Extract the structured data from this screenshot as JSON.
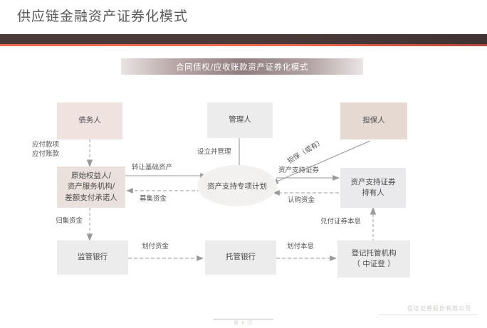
{
  "page": {
    "title": "供应链金融资产证券化模式",
    "banner_title": "合同债权/应收账款资产证券化模式",
    "accent_color": "#ef6a4c",
    "header_bar_color": "#4a3a38",
    "footer_brand": "信达证券股份有限公司",
    "footer_page": "第 6 页"
  },
  "nodes": {
    "debtor": {
      "label": "债务人"
    },
    "originator": {
      "label": "原始权益人/\n资产服务机构/\n差额支付承诺人"
    },
    "manager": {
      "label": "管理人"
    },
    "spv": {
      "label": "资产支持专项计划"
    },
    "guarantor": {
      "label": "担保人"
    },
    "abs_holder": {
      "label": "资产支持证券\n持有人"
    },
    "regulator_bank": {
      "label": "监管银行"
    },
    "custodian_bank": {
      "label": "托管银行"
    },
    "registrar": {
      "label": "登记托管机构\n（ 中证登 ）"
    }
  },
  "edges": {
    "payables": {
      "label": "应付款项\n应付账款"
    },
    "transfer_assets": {
      "label": "转让基础资产"
    },
    "raise_funds": {
      "label": "募集资金"
    },
    "setup_manage": {
      "label": "设立并管理"
    },
    "guarantee": {
      "label": "担保（或有）"
    },
    "abs_securities": {
      "label": "资产支持证券"
    },
    "subscribe_funds": {
      "label": "认购资金"
    },
    "collect_funds": {
      "label": "归集资金"
    },
    "transfer_money": {
      "label": "划付资金"
    },
    "transfer_pi": {
      "label": "划付本息"
    },
    "pay_pi": {
      "label": "兑付证券本息"
    }
  }
}
